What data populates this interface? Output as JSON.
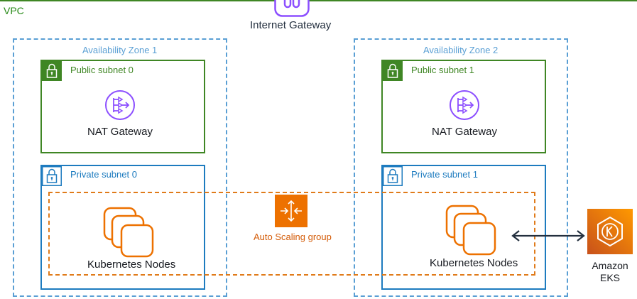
{
  "vpc": {
    "label": "VPC"
  },
  "internet_gateway": {
    "label": "Internet Gateway"
  },
  "zones": [
    {
      "label": "Availability Zone 1",
      "public_subnet": {
        "label": "Public subnet 0",
        "service": "NAT Gateway"
      },
      "private_subnet": {
        "label": "Private subnet 0",
        "service": "Kubernetes Nodes"
      }
    },
    {
      "label": "Availability Zone 2",
      "public_subnet": {
        "label": "Public subnet 1",
        "service": "NAT Gateway"
      },
      "private_subnet": {
        "label": "Private subnet 1",
        "service": "Kubernetes Nodes"
      }
    }
  ],
  "auto_scaling_group": {
    "label": "Auto Scaling group"
  },
  "eks": {
    "line1": "Amazon",
    "line2": "EKS"
  },
  "colors": {
    "public": "#3f8624",
    "private": "#1d7bbf",
    "availability_zone": "#5a9fd4",
    "asg": "#e07b1a",
    "nat": "#8c4fff",
    "eks": "#ed7100"
  },
  "icons": [
    "internet-gateway-icon",
    "lock-icon",
    "nat-gateway-icon",
    "ec2-instances-icon",
    "auto-scaling-icon",
    "eks-icon",
    "bidirectional-arrow-icon"
  ]
}
